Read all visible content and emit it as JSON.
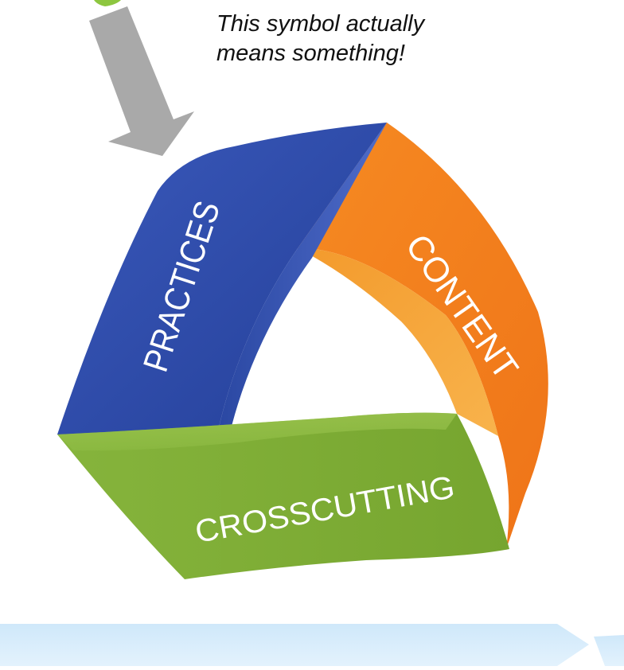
{
  "caption": {
    "line1": "This symbol actually",
    "line2": "means something!"
  },
  "diagram": {
    "bands": [
      {
        "label": "PRACTICES",
        "color": "#2f4aa6"
      },
      {
        "label": "CONTENT",
        "color": "#f07d1a"
      },
      {
        "label": "CROSSCUTTING",
        "color": "#7cab35"
      }
    ],
    "arrow_color": "#a9a9a9",
    "footer_bar_color": "#d6ecfb",
    "accent_green": "#8dc63f"
  }
}
